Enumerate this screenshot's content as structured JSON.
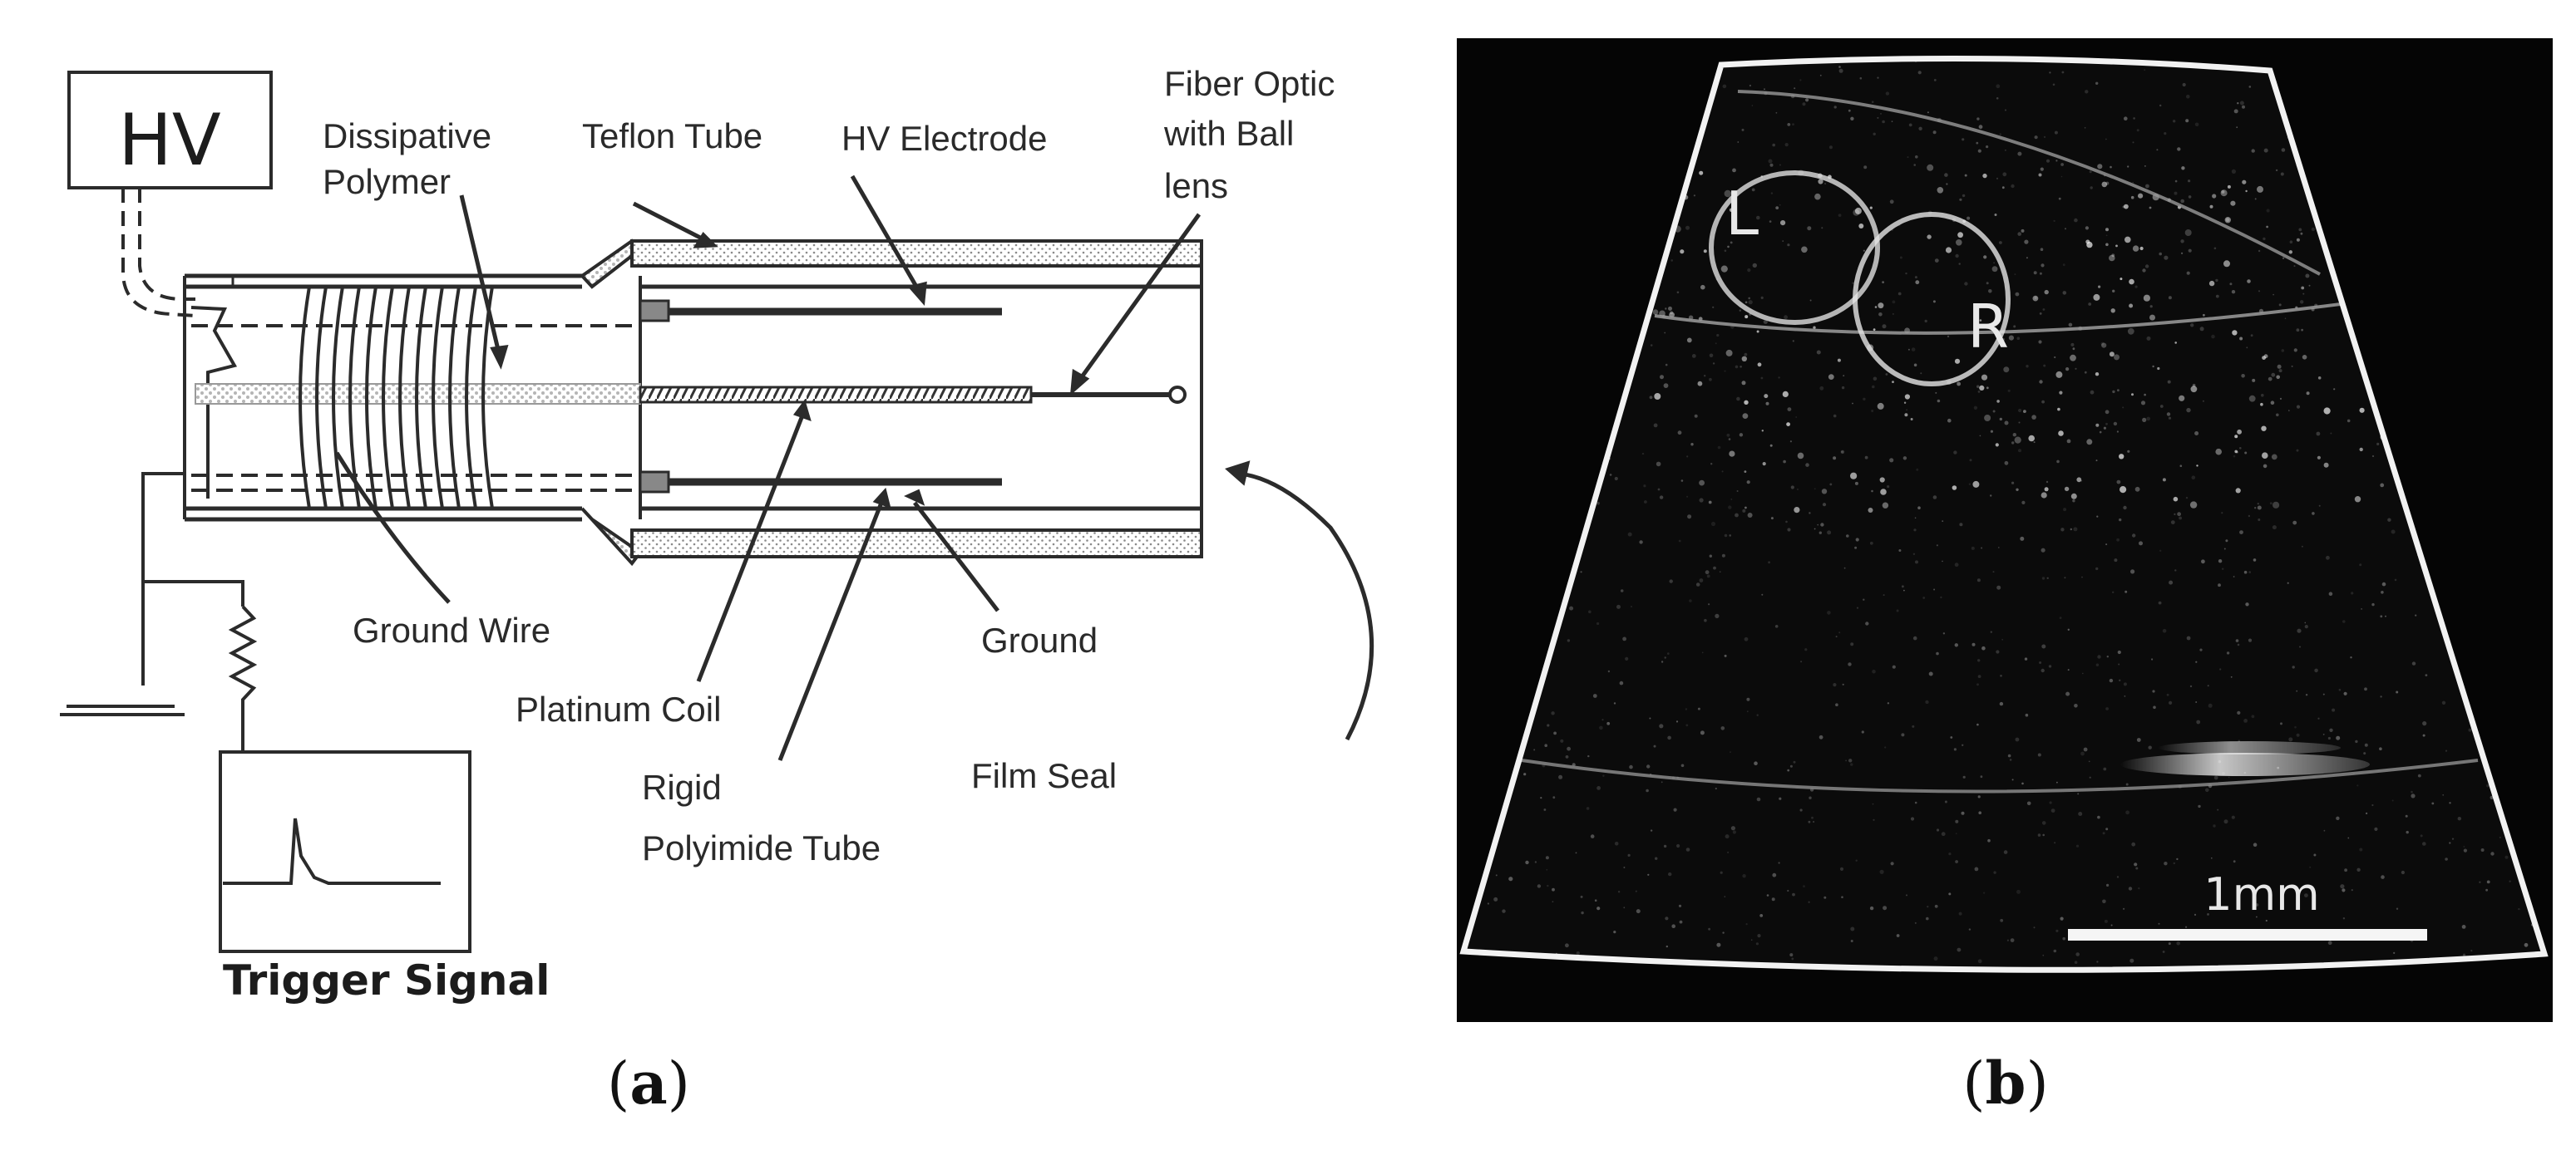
{
  "panel_a": {
    "hv_box": "HV",
    "labels": {
      "dissipative_line1": "Dissipative",
      "dissipative_line2": "Polymer",
      "teflon_tube": "Teflon Tube",
      "hv_electrode": "HV Electrode",
      "fiber_line1": "Fiber Optic",
      "fiber_line2": "with Ball",
      "fiber_line3": "lens",
      "ground_wire": "Ground Wire",
      "ground": "Ground",
      "platinum_coil": "Platinum Coil",
      "rigid_line1": "Rigid",
      "rigid_line2": "Polyimide Tube",
      "film_seal": "Film Seal",
      "trigger_signal": "Trigger Signal"
    },
    "caption_pre": "(",
    "caption_letter": "a",
    "caption_post": ")"
  },
  "panel_b": {
    "label_L": "L",
    "label_R": "R",
    "scalebar": "1mm",
    "caption_pre": "(",
    "caption_letter": "b",
    "caption_post": ")"
  },
  "colors": {
    "line": "#2b2b2b",
    "image_bg": "#050505",
    "image_border": "#f2f2f2"
  }
}
